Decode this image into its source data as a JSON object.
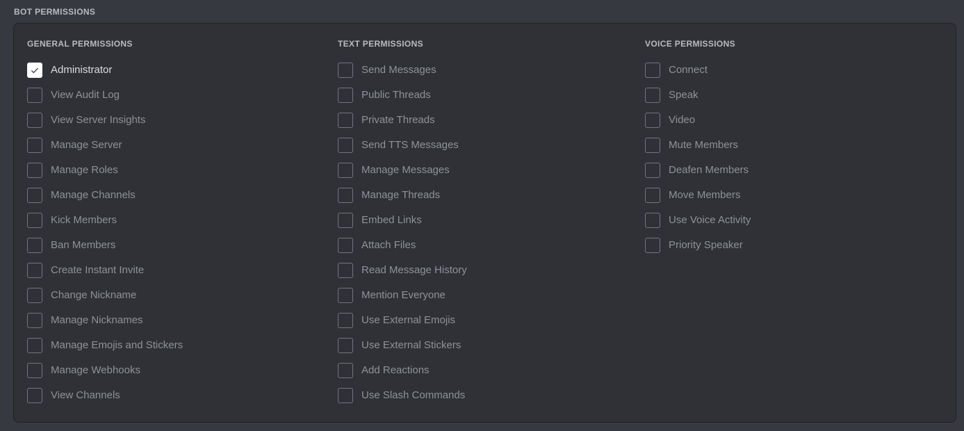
{
  "page": {
    "section_label": "BOT PERMISSIONS",
    "background_color": "#36393f",
    "panel_color": "#2f3136",
    "panel_border_color": "#202225",
    "label_color": "#8e9297",
    "label_color_active": "#dcddde",
    "header_color": "#b9bbbe",
    "checkbox_border_color": "#72767d",
    "checkbox_checked_color": "#ffffff",
    "check_icon": "check-icon"
  },
  "columns": [
    {
      "id": "general",
      "header": "GENERAL PERMISSIONS",
      "items": [
        {
          "label": "Administrator",
          "checked": true
        },
        {
          "label": "View Audit Log",
          "checked": false
        },
        {
          "label": "View Server Insights",
          "checked": false
        },
        {
          "label": "Manage Server",
          "checked": false
        },
        {
          "label": "Manage Roles",
          "checked": false
        },
        {
          "label": "Manage Channels",
          "checked": false
        },
        {
          "label": "Kick Members",
          "checked": false
        },
        {
          "label": "Ban Members",
          "checked": false
        },
        {
          "label": "Create Instant Invite",
          "checked": false
        },
        {
          "label": "Change Nickname",
          "checked": false
        },
        {
          "label": "Manage Nicknames",
          "checked": false
        },
        {
          "label": "Manage Emojis and Stickers",
          "checked": false
        },
        {
          "label": "Manage Webhooks",
          "checked": false
        },
        {
          "label": "View Channels",
          "checked": false
        }
      ]
    },
    {
      "id": "text",
      "header": "TEXT PERMISSIONS",
      "items": [
        {
          "label": "Send Messages",
          "checked": false
        },
        {
          "label": "Public Threads",
          "checked": false
        },
        {
          "label": "Private Threads",
          "checked": false
        },
        {
          "label": "Send TTS Messages",
          "checked": false
        },
        {
          "label": "Manage Messages",
          "checked": false
        },
        {
          "label": "Manage Threads",
          "checked": false
        },
        {
          "label": "Embed Links",
          "checked": false
        },
        {
          "label": "Attach Files",
          "checked": false
        },
        {
          "label": "Read Message History",
          "checked": false
        },
        {
          "label": "Mention Everyone",
          "checked": false
        },
        {
          "label": "Use External Emojis",
          "checked": false
        },
        {
          "label": "Use External Stickers",
          "checked": false
        },
        {
          "label": "Add Reactions",
          "checked": false
        },
        {
          "label": "Use Slash Commands",
          "checked": false
        }
      ]
    },
    {
      "id": "voice",
      "header": "VOICE PERMISSIONS",
      "items": [
        {
          "label": "Connect",
          "checked": false
        },
        {
          "label": "Speak",
          "checked": false
        },
        {
          "label": "Video",
          "checked": false
        },
        {
          "label": "Mute Members",
          "checked": false
        },
        {
          "label": "Deafen Members",
          "checked": false
        },
        {
          "label": "Move Members",
          "checked": false
        },
        {
          "label": "Use Voice Activity",
          "checked": false
        },
        {
          "label": "Priority Speaker",
          "checked": false
        }
      ]
    }
  ]
}
